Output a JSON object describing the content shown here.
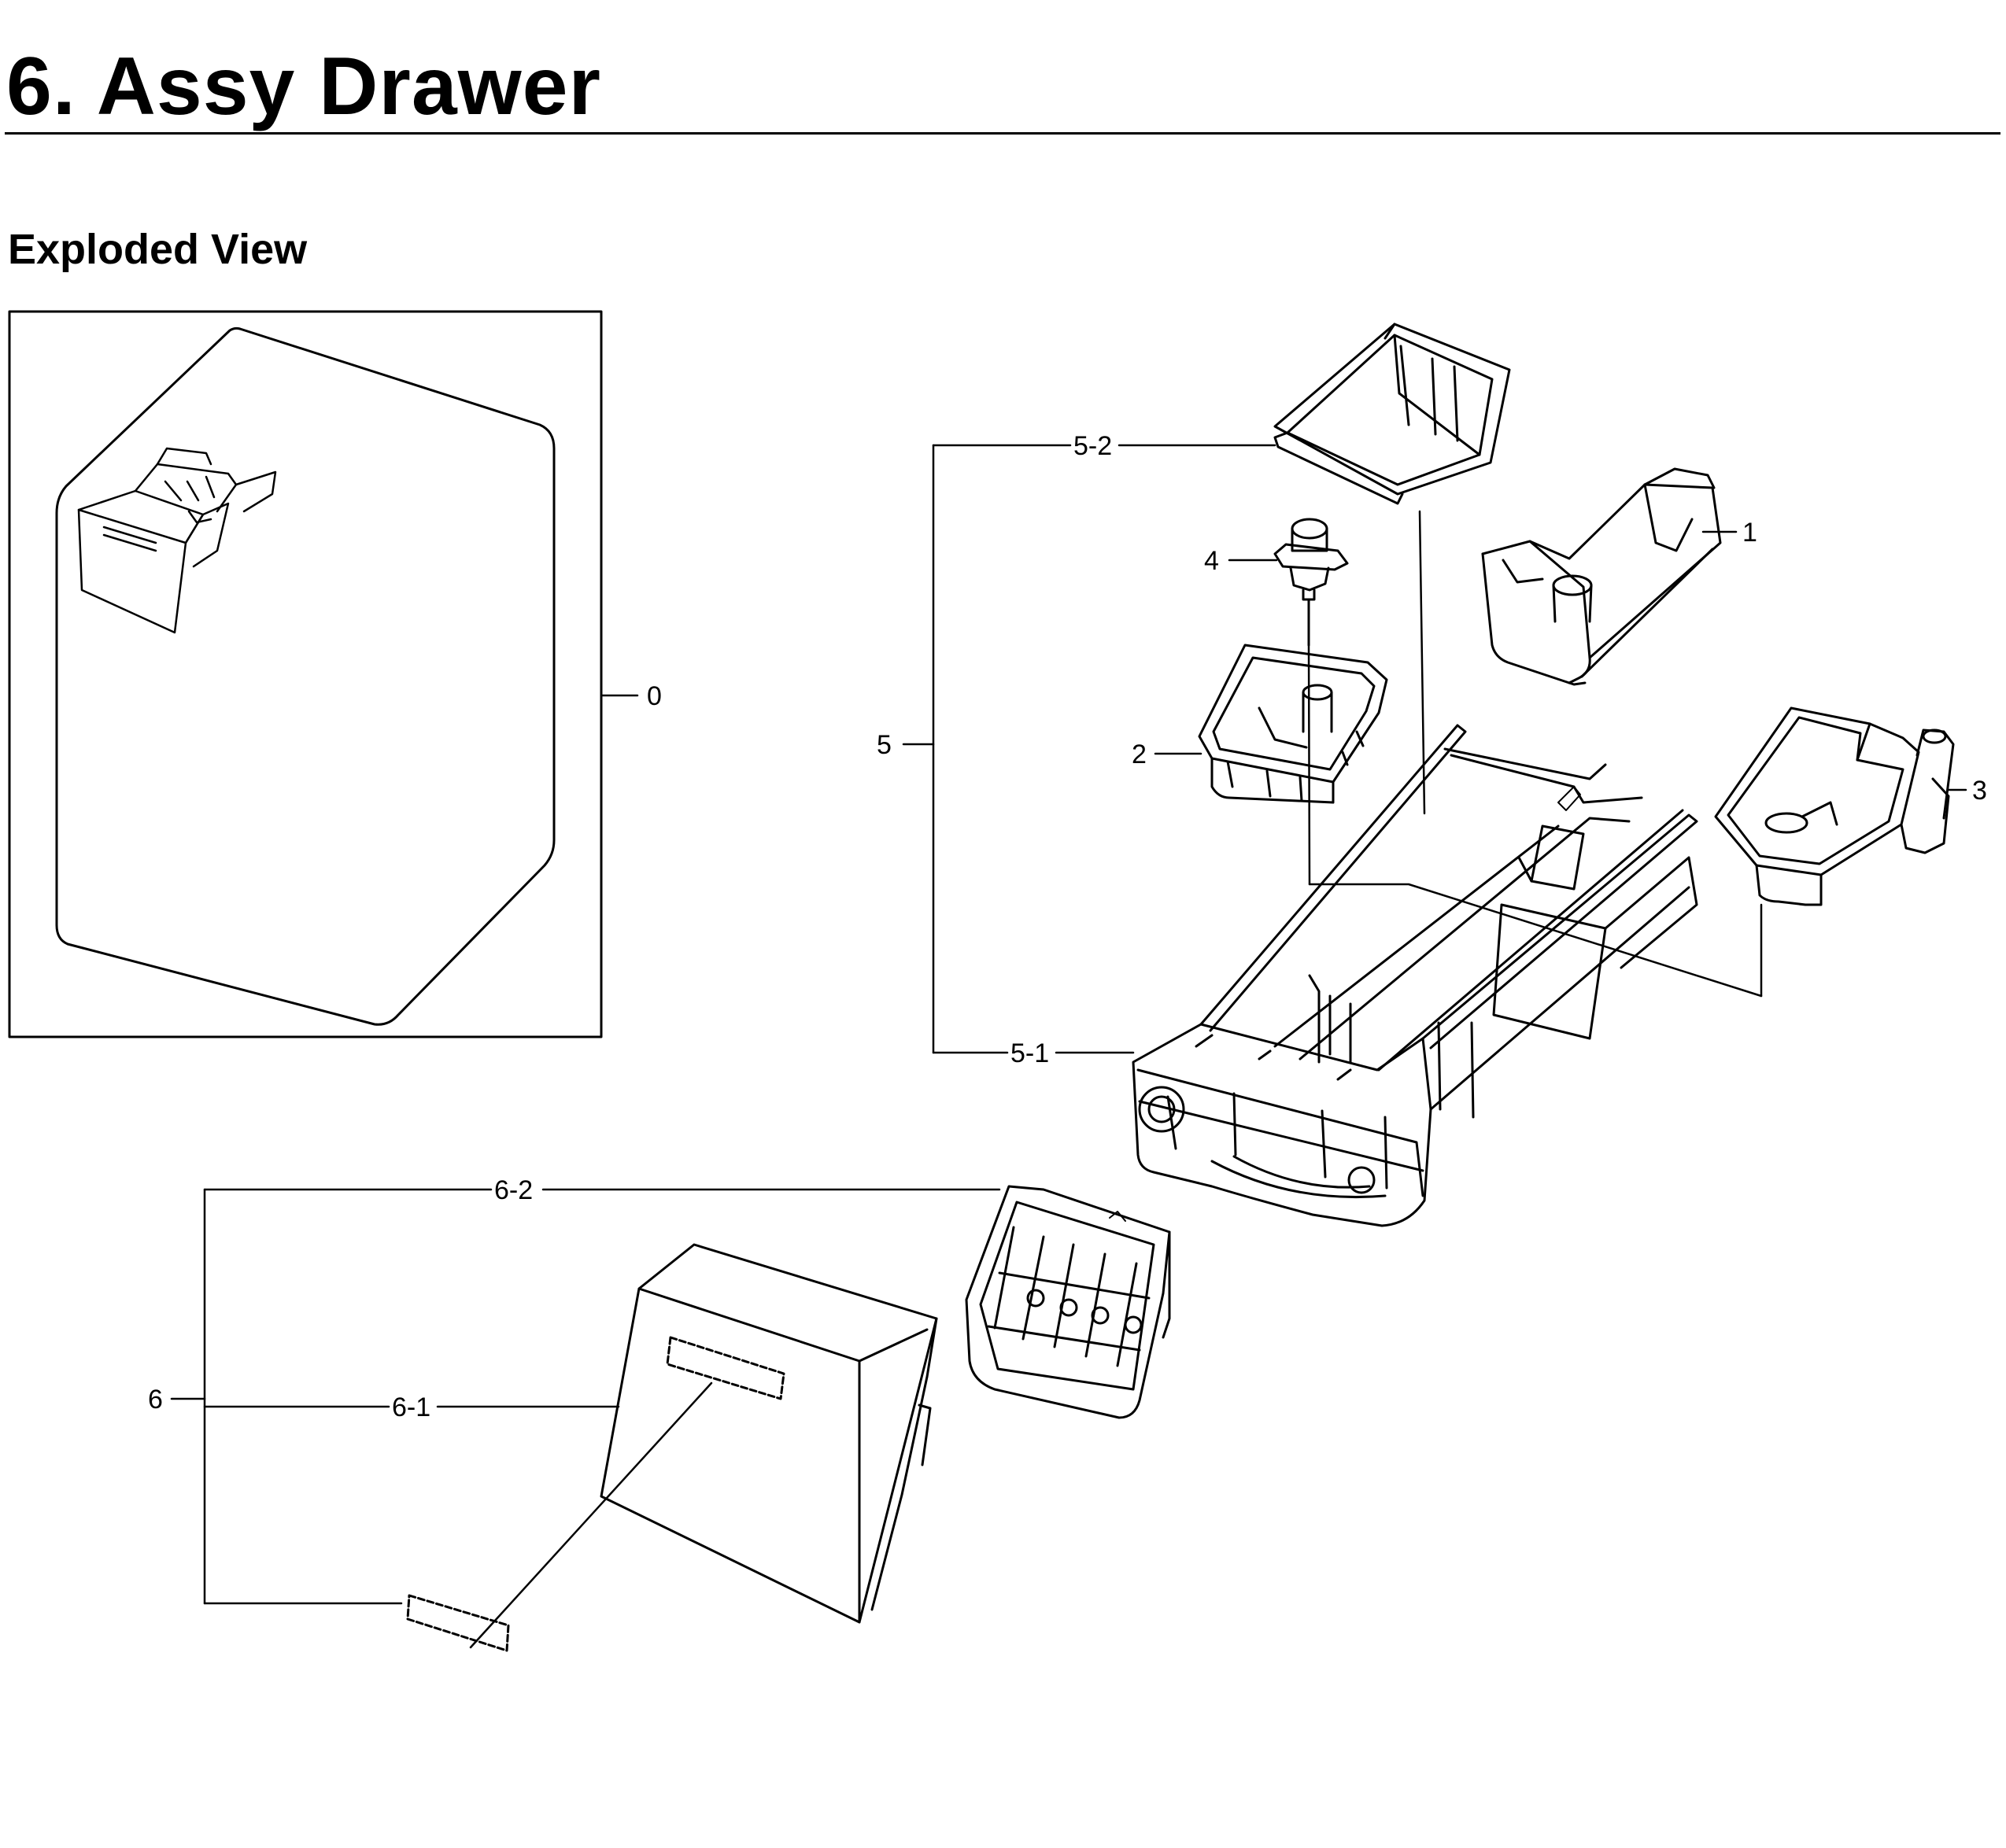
{
  "header": {
    "title": "6.  Assy Drawer",
    "section": "Exploded View"
  },
  "callouts": [
    {
      "id": "c0",
      "label": "0"
    },
    {
      "id": "c1",
      "label": "1"
    },
    {
      "id": "c2",
      "label": "2"
    },
    {
      "id": "c3",
      "label": "3"
    },
    {
      "id": "c4",
      "label": "4"
    },
    {
      "id": "c5",
      "label": "5"
    },
    {
      "id": "c5-1",
      "label": "5-1"
    },
    {
      "id": "c5-2",
      "label": "5-2"
    },
    {
      "id": "c6",
      "label": "6"
    },
    {
      "id": "c6-1",
      "label": "6-1"
    },
    {
      "id": "c6-2",
      "label": "6-2"
    }
  ],
  "colors": {
    "ink": "#000000",
    "paper": "#ffffff"
  }
}
